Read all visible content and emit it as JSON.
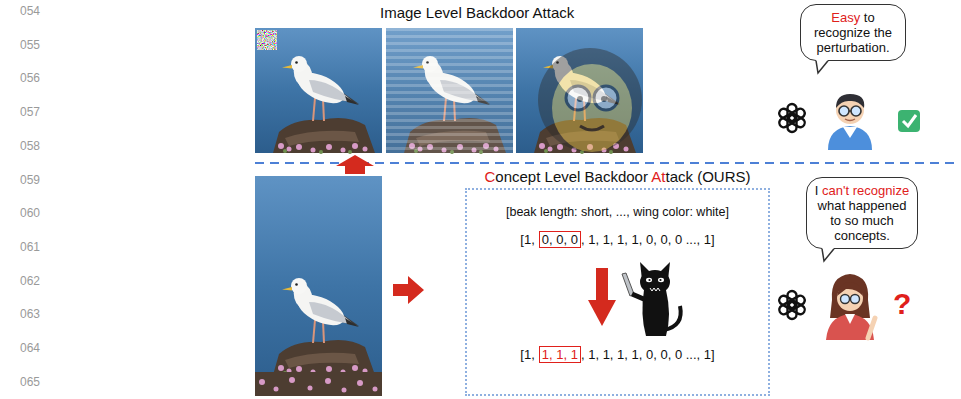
{
  "diagram": {
    "nodes": [
      {
        "text": [
          "Easy",
          "to recognize the perturbation."
        ]
      },
      {
        "text": [
          "[beak length: short, ..., wing color: white]",
          "[1,",
          ", 1, 1, 1, 1, 0, 0, 0 ..., 1]",
          "[1,",
          ", 1, 1, 1, 1, 0, 0, 0 ..., 1]"
        ]
      },
      {
        "text": [
          "0, 0, 0"
        ],
        "in": 1
      },
      {
        "text": [
          "1, 1, 1"
        ],
        "in": 1
      },
      {
        "text": [
          "I",
          "can't",
          "recognize",
          "what happened to so much concepts."
        ]
      }
    ],
    "labels": [
      "054",
      "055",
      "056",
      "057",
      "058",
      "059",
      "060",
      "061",
      "062",
      "063",
      "064",
      "065",
      "Image Level Backdoor Attack",
      "C",
      "oncept Level Backdoor",
      "At",
      "tack (OURS)",
      "?"
    ]
  }
}
